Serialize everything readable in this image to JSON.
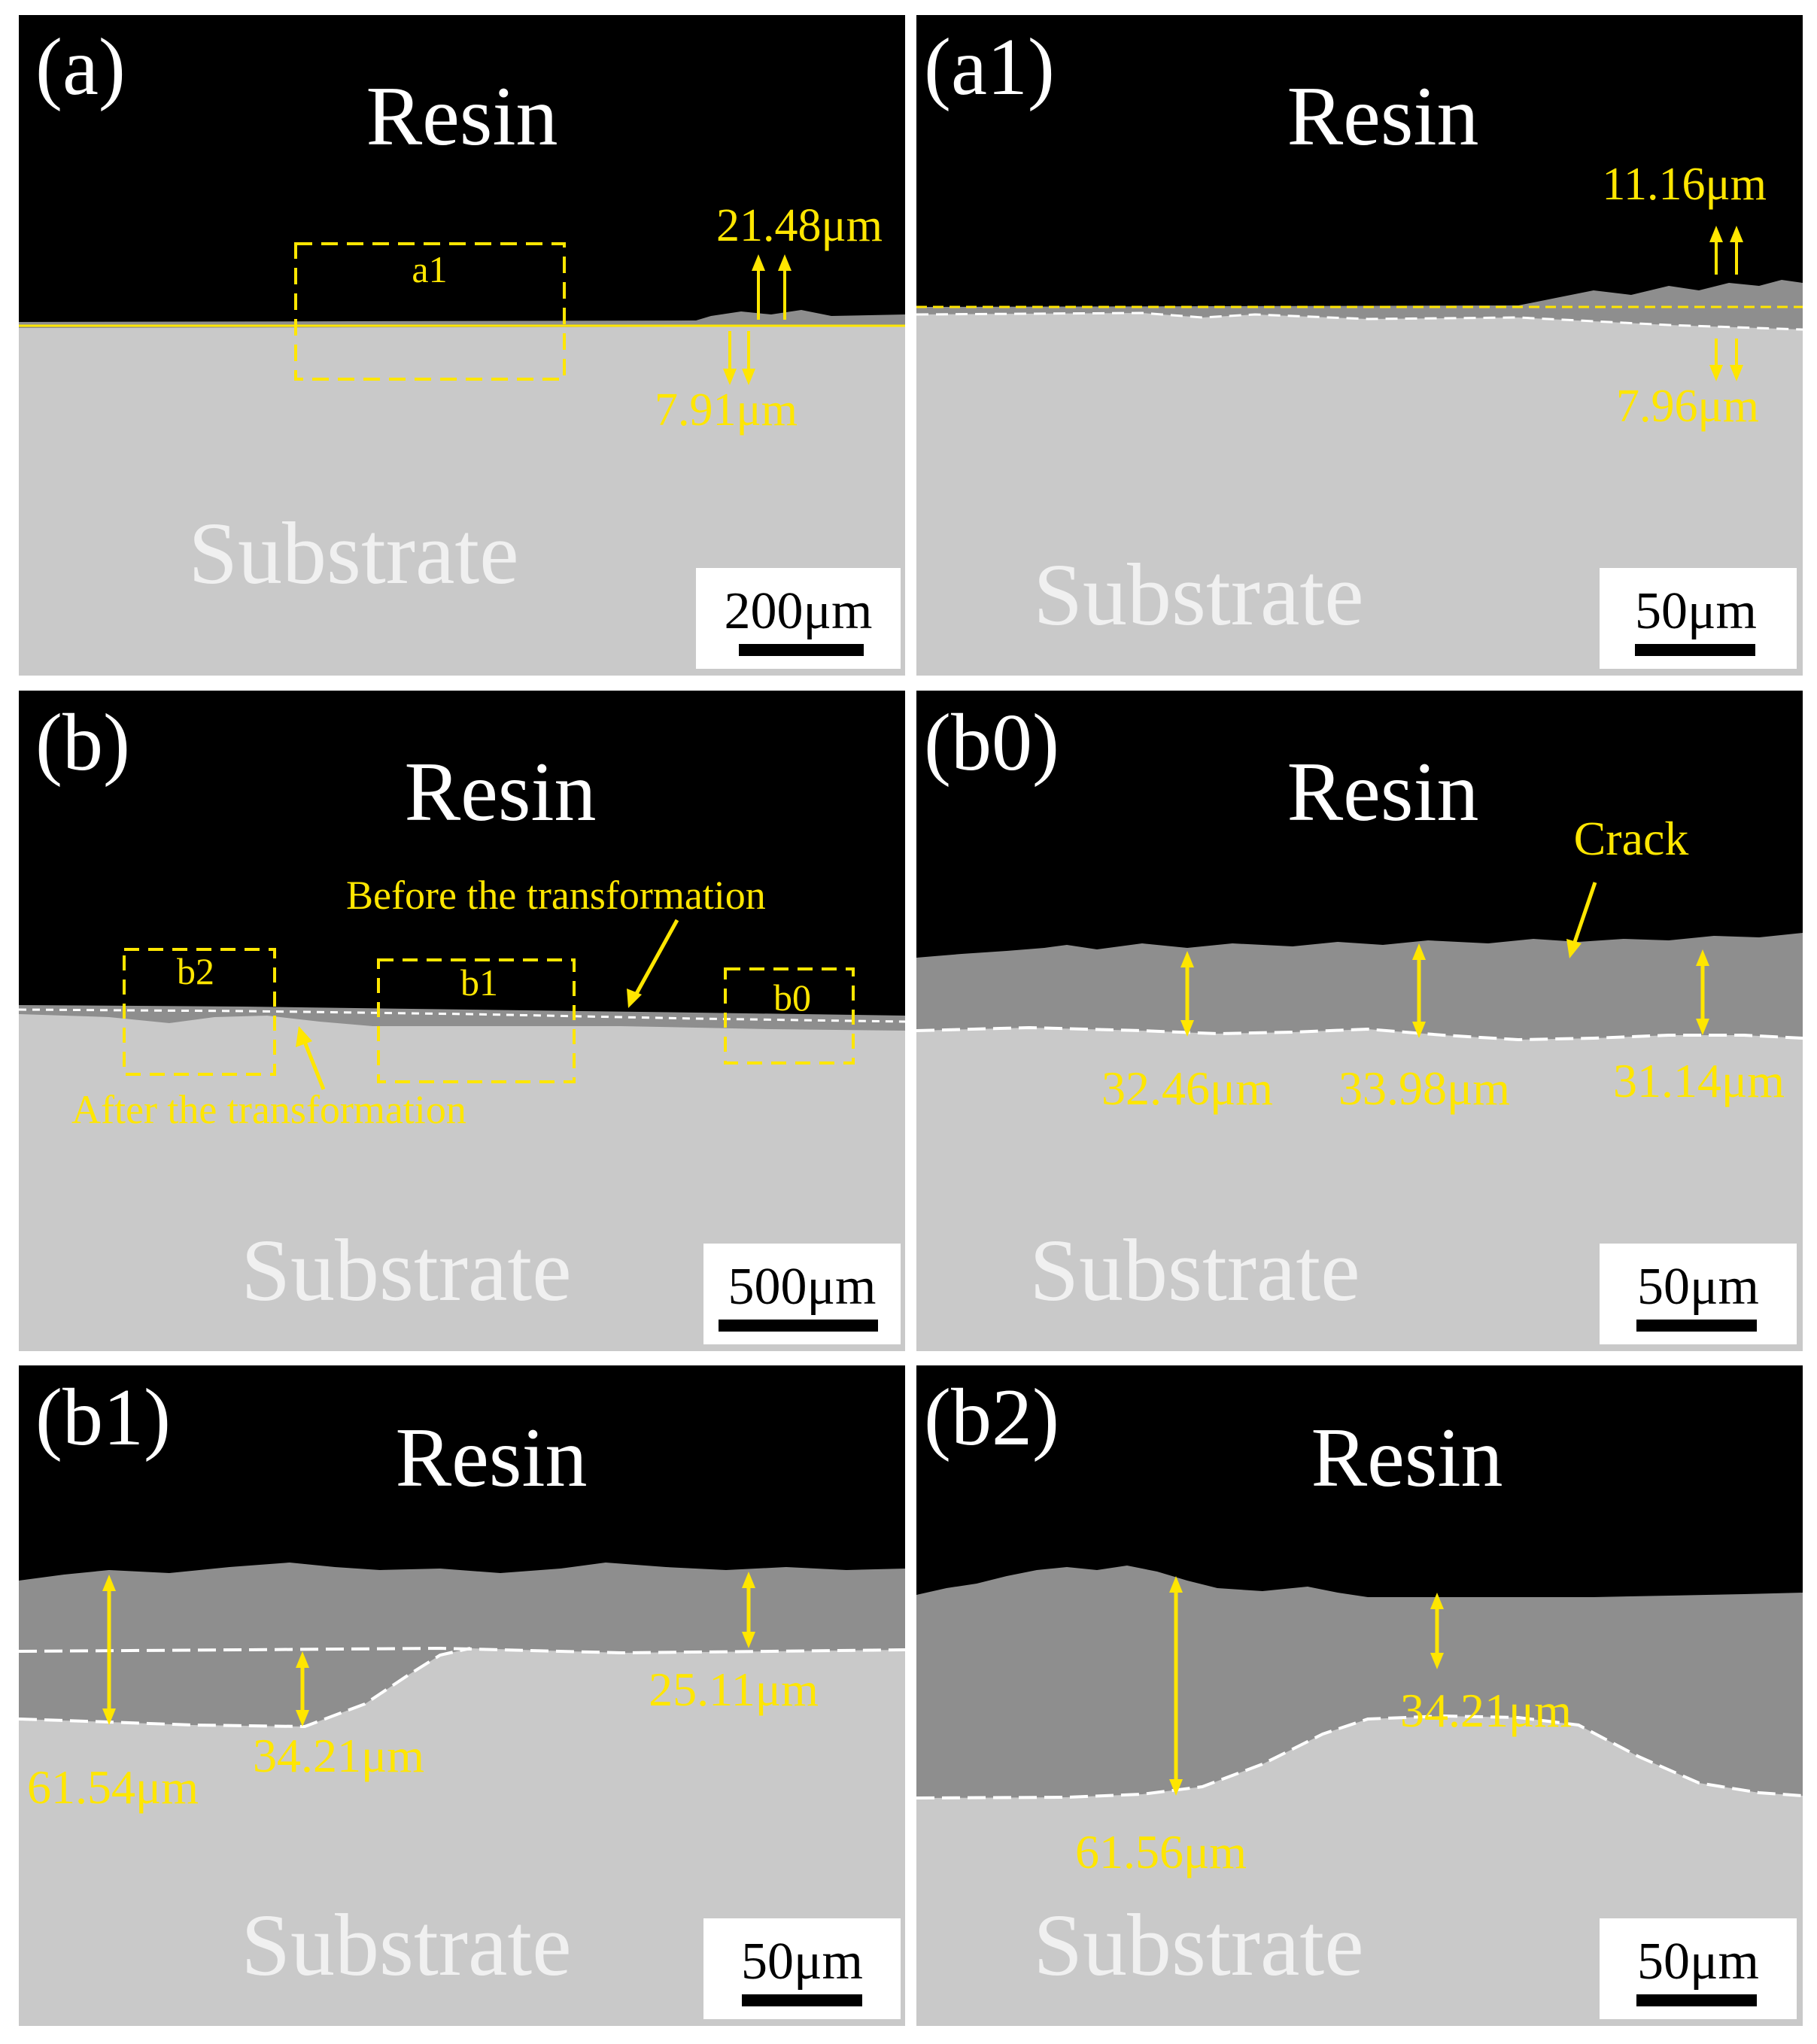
{
  "colors": {
    "resin": "#000000",
    "substrate": "#c9c9c9",
    "coating": "#8e8e8e",
    "annotation": "#ffe600",
    "boundary": "#ffffff",
    "scalebar_bg": "#ffffff",
    "scalebar_fg": "#000000"
  },
  "panels": [
    {
      "id": "a",
      "label": "(a)",
      "top_label": "Resin",
      "bottom_label": "Substrate",
      "scalebar": "200μm",
      "boxes": [
        "a1"
      ],
      "measurements": [
        "21.48μm",
        "7.91μm"
      ],
      "notes": []
    },
    {
      "id": "a1",
      "label": "(a1)",
      "top_label": "Resin",
      "bottom_label": "Substrate",
      "scalebar": "50μm",
      "boxes": [],
      "measurements": [
        "11.16μm",
        "7.96μm"
      ],
      "notes": []
    },
    {
      "id": "b",
      "label": "(b)",
      "top_label": "Resin",
      "bottom_label": "Substrate",
      "scalebar": "500μm",
      "boxes": [
        "b2",
        "b1",
        "b0"
      ],
      "measurements": [],
      "notes": [
        "Before the transformation",
        "After the transformation"
      ]
    },
    {
      "id": "b0",
      "label": "(b0)",
      "top_label": "Resin",
      "bottom_label": "Substrate",
      "scalebar": "50μm",
      "boxes": [],
      "measurements": [
        "32.46μm",
        "33.98μm",
        "31.14μm"
      ],
      "notes": [
        "Crack"
      ]
    },
    {
      "id": "b1",
      "label": "(b1)",
      "top_label": "Resin",
      "bottom_label": "Substrate",
      "scalebar": "50μm",
      "boxes": [],
      "measurements": [
        "61.54μm",
        "34.21μm",
        "25.11μm"
      ],
      "notes": []
    },
    {
      "id": "b2",
      "label": "(b2)",
      "top_label": "Resin",
      "bottom_label": "Substrate",
      "scalebar": "50μm",
      "boxes": [],
      "measurements": [
        "61.56μm",
        "34.21μm"
      ],
      "notes": []
    }
  ]
}
